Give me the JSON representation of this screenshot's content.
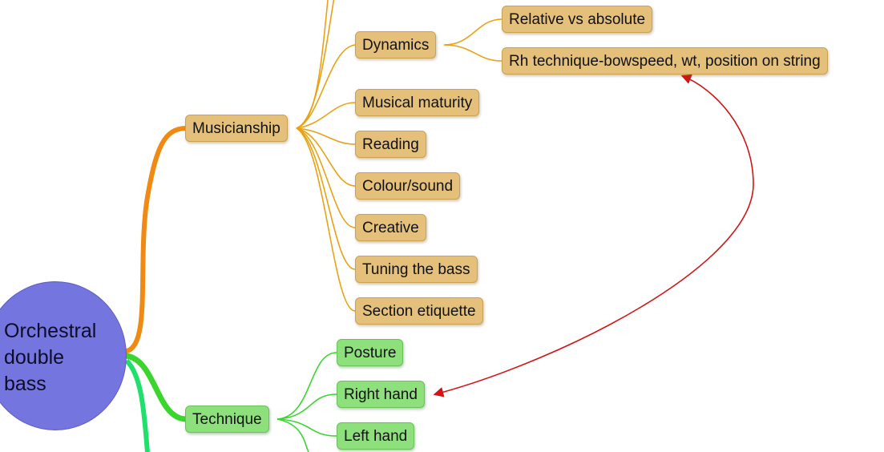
{
  "root": {
    "label": "Orchestral\ndouble\nbass"
  },
  "branches": {
    "musicianship": {
      "label": "Musicianship",
      "children": {
        "dynamics": {
          "label": "Dynamics",
          "children": {
            "relative": "Relative vs absolute",
            "rh_technique": "Rh technique-bowspeed, wt, position on string"
          }
        },
        "musical_maturity": "Musical maturity",
        "reading": "Reading",
        "colour_sound": "Colour/sound",
        "creative": "Creative",
        "tuning": "Tuning the bass",
        "section_etiquette": "Section etiquette"
      }
    },
    "technique": {
      "label": "Technique",
      "children": {
        "posture": "Posture",
        "right_hand": "Right hand",
        "left_hand": "Left hand"
      }
    }
  },
  "colors": {
    "root_fill": "#7575e0",
    "orange_node": "#e5c07a",
    "orange_link": "#e8a214",
    "green_node": "#8ee07c",
    "green_link": "#3ad62e",
    "relation_arrow": "#d11515"
  }
}
